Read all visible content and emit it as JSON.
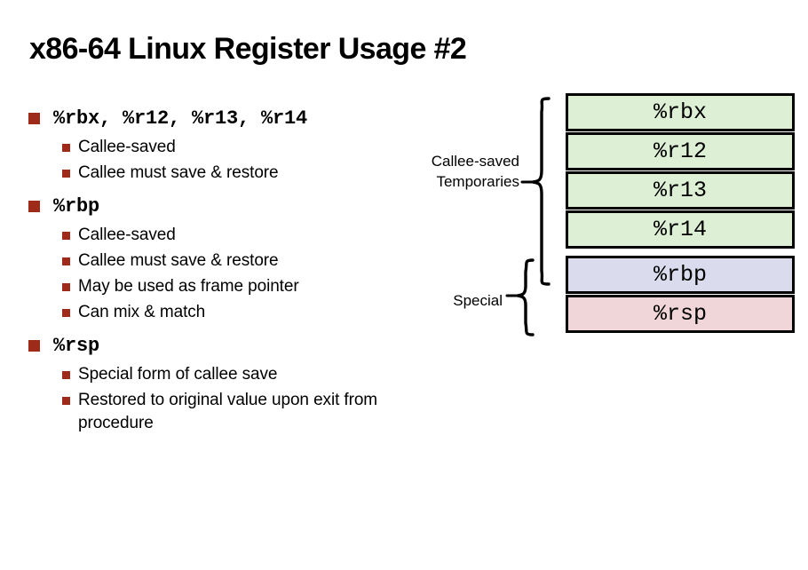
{
  "slide": {
    "title": "x86-64 Linux Register Usage #2",
    "accent_color": "#9e2b1a",
    "background_color": "#ffffff"
  },
  "bullets": [
    {
      "label": "%rbx, %r12, %r13, %r14",
      "sub": [
        "Callee-saved",
        "Callee must save & restore"
      ]
    },
    {
      "label": "%rbp",
      "sub": [
        "Callee-saved",
        "Callee must save & restore",
        "May be used as frame pointer",
        "Can mix & match"
      ]
    },
    {
      "label": "%rsp",
      "sub": [
        "Special form of callee save",
        "Restored to original value upon exit from procedure"
      ]
    }
  ],
  "diagram": {
    "registers": [
      {
        "name": "%rbx",
        "fill": "#ddefd5",
        "kind": "callee-saved-temporary"
      },
      {
        "name": "%r12",
        "fill": "#ddefd5",
        "kind": "callee-saved-temporary"
      },
      {
        "name": "%r13",
        "fill": "#ddefd5",
        "kind": "callee-saved-temporary"
      },
      {
        "name": "%r14",
        "fill": "#ddefd5",
        "kind": "callee-saved-temporary"
      },
      {
        "name": "%rbp",
        "fill": "#dadcee",
        "kind": "special"
      },
      {
        "name": "%rsp",
        "fill": "#f0d6d9",
        "kind": "special"
      }
    ],
    "groups": [
      {
        "label": "Callee-saved\nTemporaries",
        "spans": "%rbx-%rbp"
      },
      {
        "label": "Special",
        "spans": "%rbp-%rsp"
      }
    ]
  }
}
